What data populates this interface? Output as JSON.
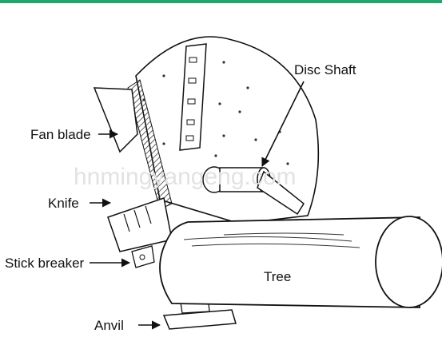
{
  "accent_color": "#1fa86b",
  "labels": {
    "disc_shaft": "Disc Shaft",
    "fan_blade": "Fan blade",
    "knife": "Knife",
    "stick_breaker": "Stick breaker",
    "tree": "Tree",
    "anvil": "Anvil"
  },
  "watermark": "hnmingyangeng.com"
}
